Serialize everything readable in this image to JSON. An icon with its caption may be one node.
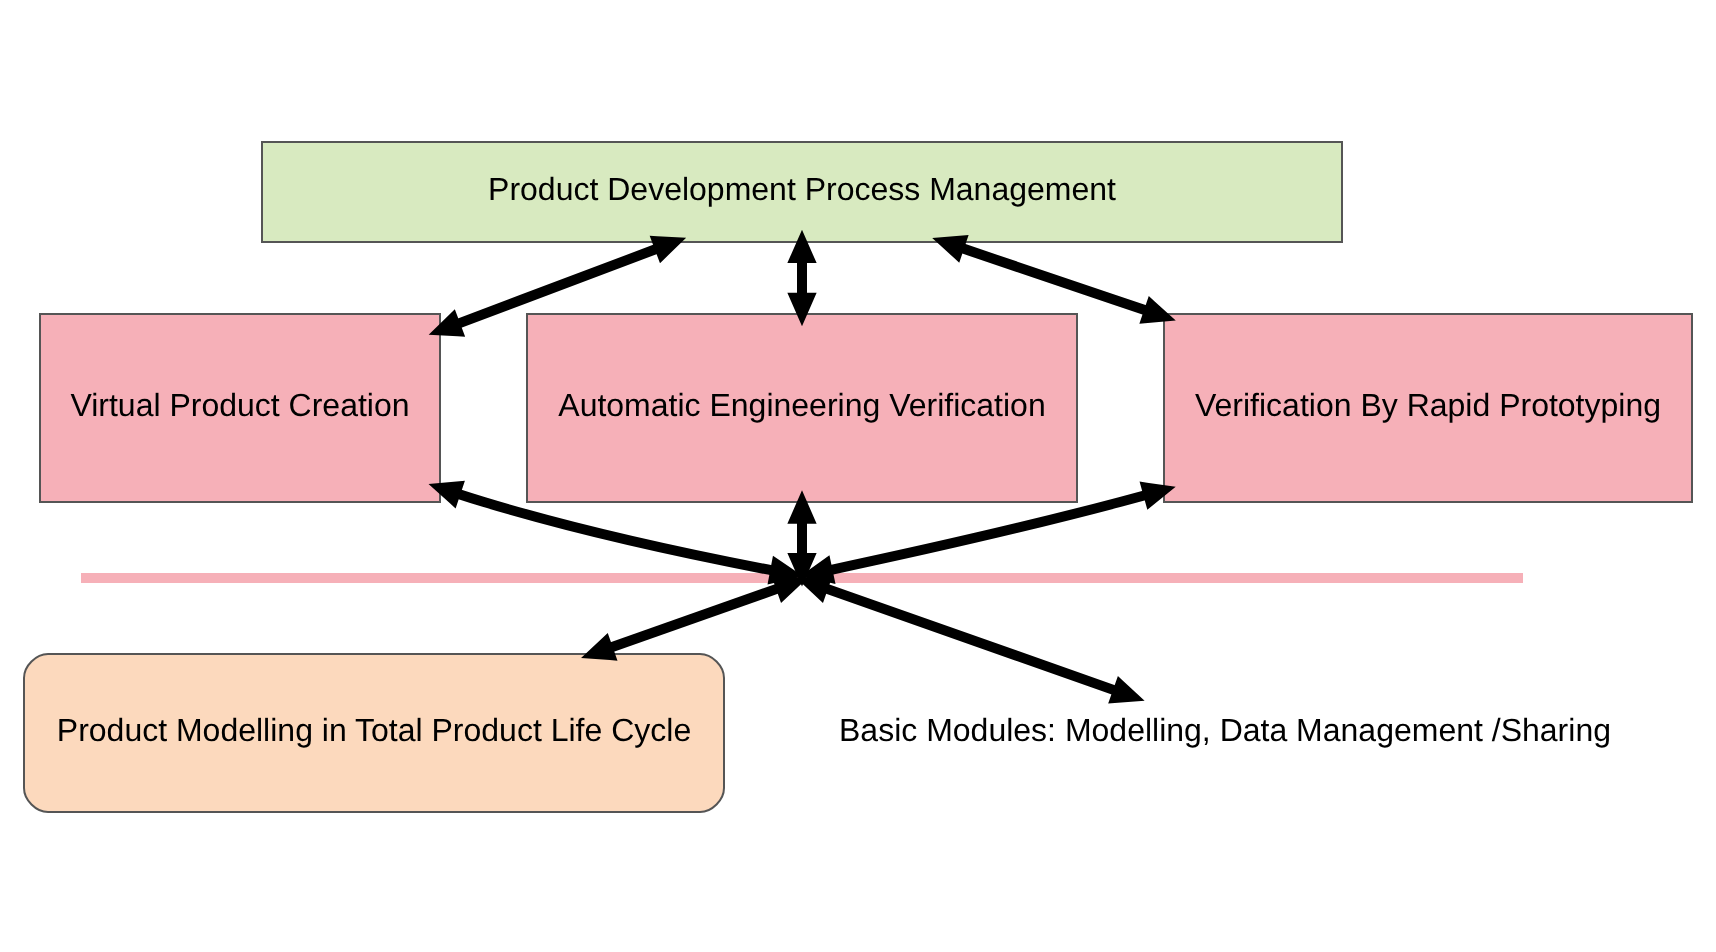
{
  "diagram": {
    "nodes": [
      {
        "text": [
          "Product Development Process Management"
        ]
      },
      {
        "text": [
          "Virtual Product Creation"
        ]
      },
      {
        "text": [
          "Automatic Engineering Verification"
        ]
      },
      {
        "text": [
          "Verification By Rapid Prototyping"
        ]
      },
      {
        "text": [],
        "shape": "bar"
      },
      {
        "text": [
          "Product Modelling in Total Product Life Cycle"
        ]
      },
      {
        "text": [
          "Basic Modules: Modelling, Data Management /Sharing"
        ]
      }
    ],
    "edges": [
      {
        "from": 0,
        "to": 1,
        "arrow": "both"
      },
      {
        "from": 0,
        "to": 2,
        "arrow": "both"
      },
      {
        "from": 0,
        "to": 3,
        "arrow": "both"
      },
      {
        "from": 1,
        "to": 4,
        "arrow": "both"
      },
      {
        "from": 2,
        "to": 4,
        "arrow": "both"
      },
      {
        "from": 3,
        "to": 4,
        "arrow": "both"
      },
      {
        "from": 4,
        "to": 5,
        "arrow": "both"
      },
      {
        "from": 4,
        "to": 6,
        "arrow": "both"
      }
    ]
  }
}
